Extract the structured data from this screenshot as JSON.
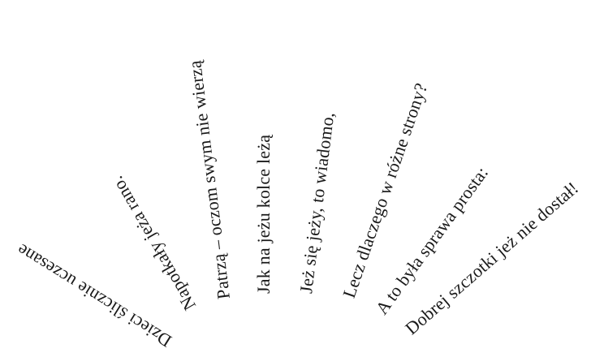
{
  "poem": {
    "lines": [
      "Dzieci ślicznie uczesane",
      "Napotkały jeża rano.",
      "Patrzą – oczom swym nie wierzą",
      "Jak na jeżu kolce leżą",
      "Jeż się jeży, to wiadomo,",
      "Lecz dlaczego w różne strony?",
      "A to była sprawa prosta:",
      "Dobrej szczotki jeż nie dostał!"
    ]
  }
}
